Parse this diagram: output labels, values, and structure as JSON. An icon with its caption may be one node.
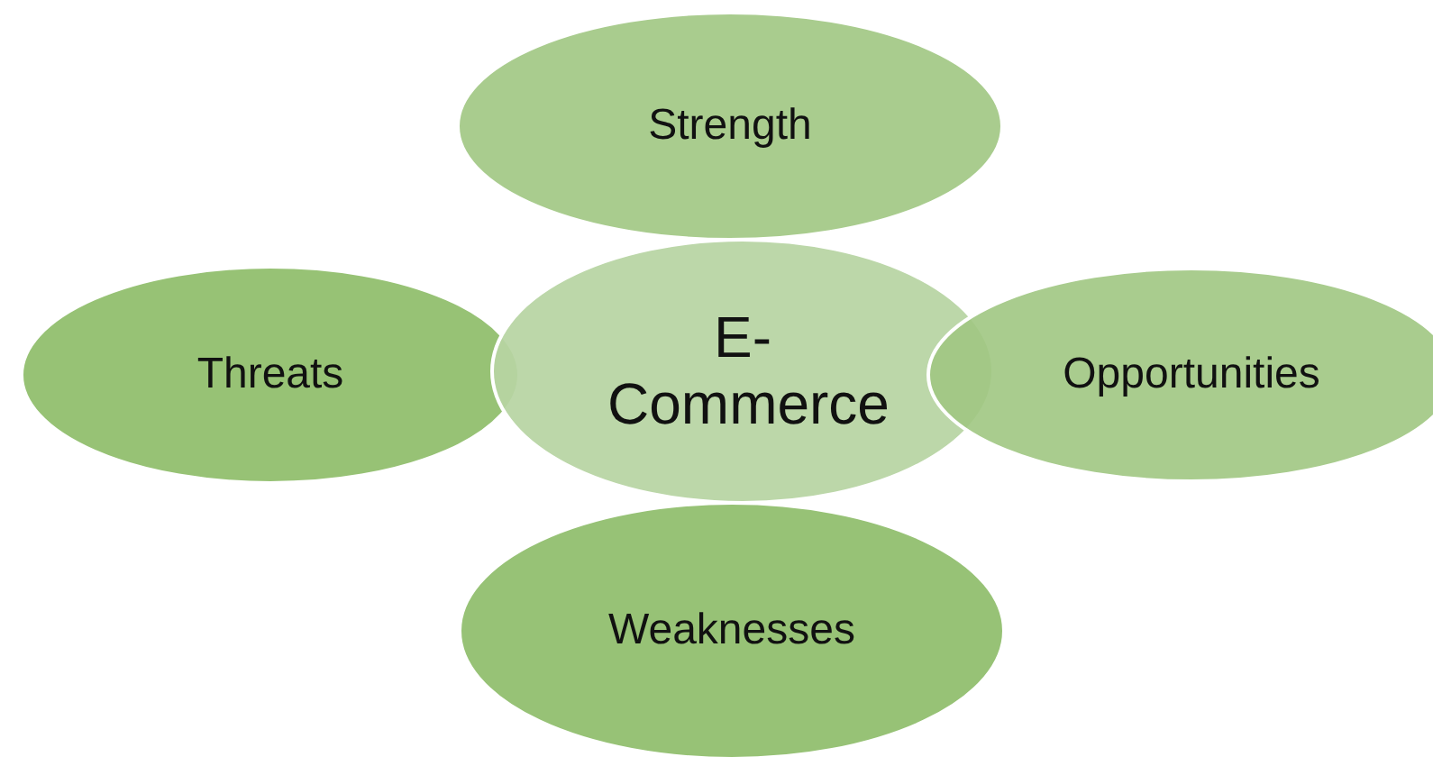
{
  "diagram": {
    "nodes": [
      {
        "text": [
          "Strength"
        ]
      },
      {
        "text": [
          "Threats"
        ]
      },
      {
        "text": [
          "E-Commerce"
        ]
      },
      {
        "text": [
          "Opportunities"
        ]
      },
      {
        "text": [
          "Weaknesses"
        ]
      }
    ]
  }
}
